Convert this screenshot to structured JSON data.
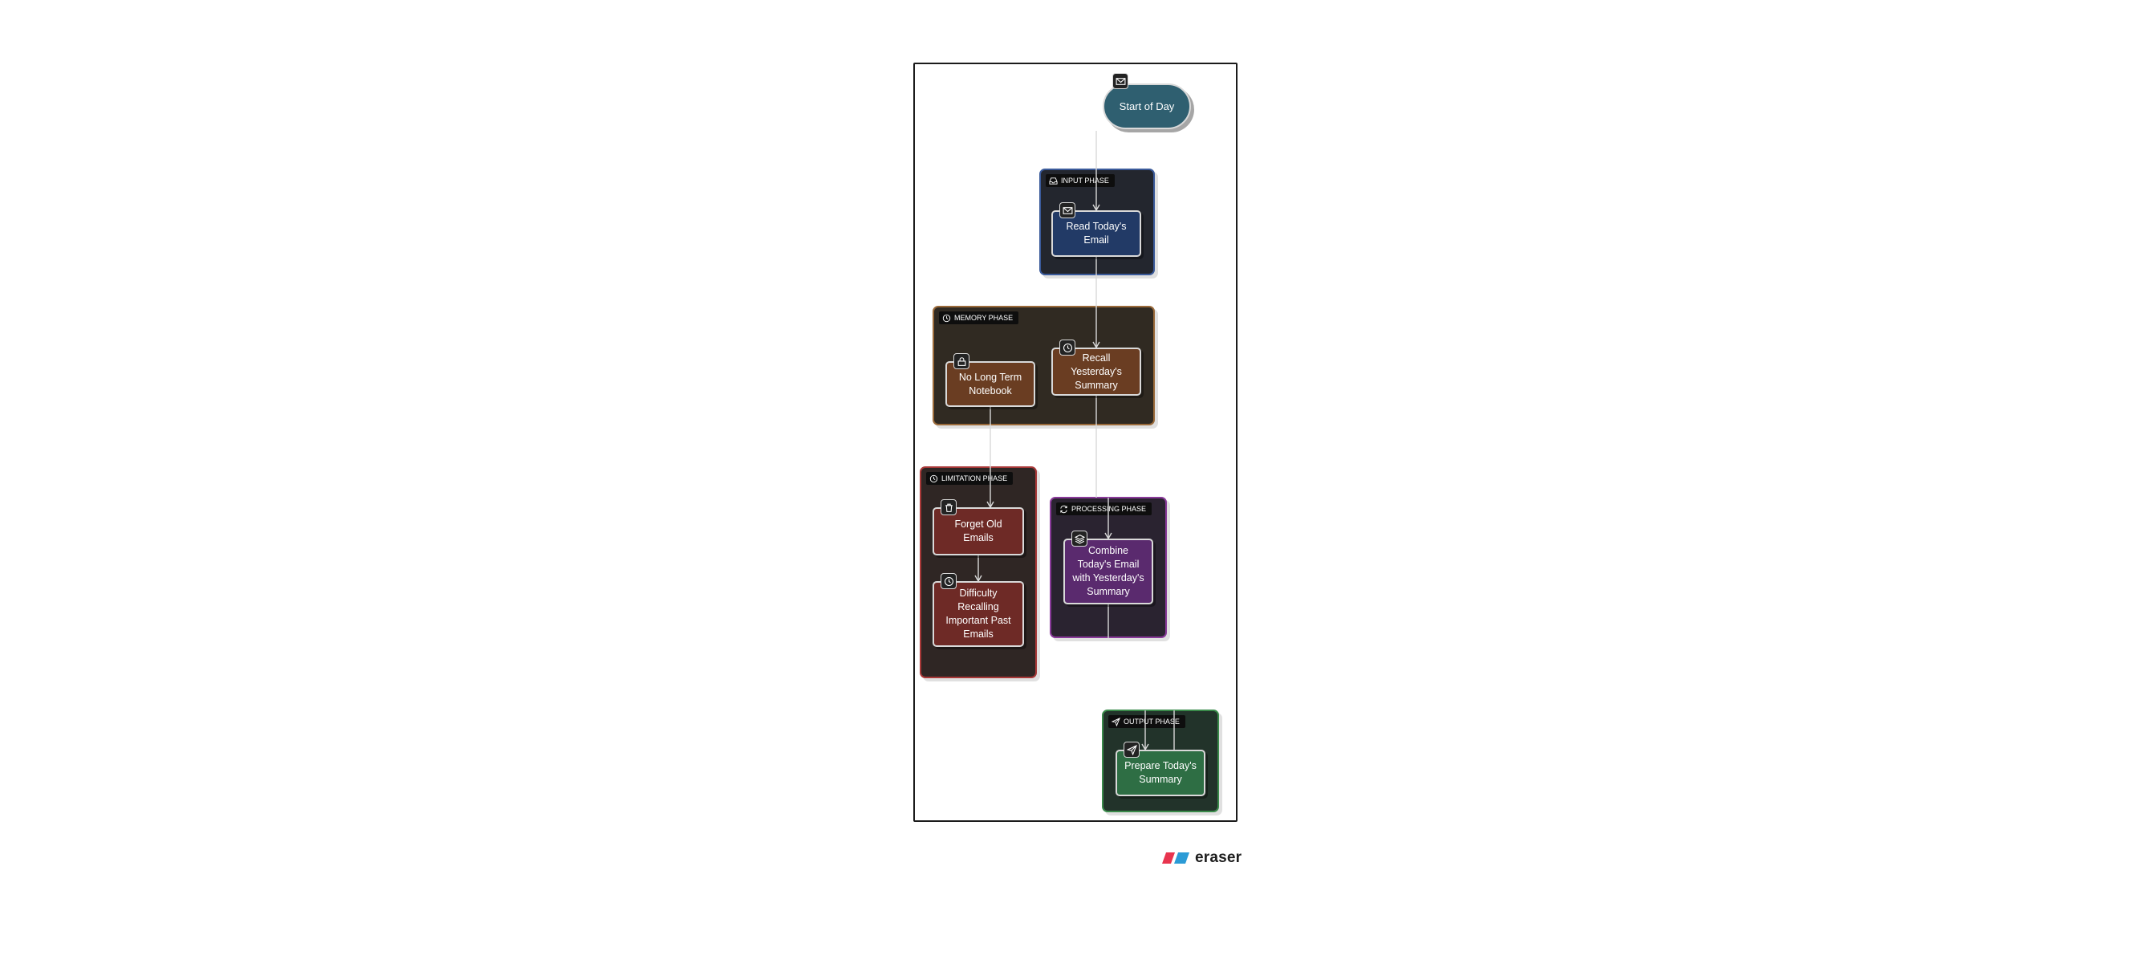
{
  "diagram": {
    "start": {
      "label": "Start of Day",
      "icon": "envelope-icon",
      "color": "#2f5f70"
    },
    "groups": [
      {
        "key": "input",
        "label": "INPUT PHASE",
        "icon": "inbox-icon",
        "bg": "#23262e",
        "border": "#3a5a9a"
      },
      {
        "key": "memory",
        "label": "MEMORY PHASE",
        "icon": "clock-icon",
        "bg": "#302a22",
        "border": "#9a6a3a"
      },
      {
        "key": "limitation",
        "label": "LIMITATION PHASE",
        "icon": "clock-icon",
        "bg": "#2f2624",
        "border": "#a83838"
      },
      {
        "key": "processing",
        "label": "PROCESSING PHASE",
        "icon": "refresh-icon",
        "bg": "#2a2330",
        "border": "#8a3a9a"
      },
      {
        "key": "output",
        "label": "OUTPUT PHASE",
        "icon": "send-icon",
        "bg": "#22332a",
        "border": "#3a8a4a"
      }
    ],
    "nodes": [
      {
        "key": "read_email",
        "label": "Read Today's\nEmail",
        "icon": "envelope-icon",
        "color": "#223a66"
      },
      {
        "key": "recall_summary",
        "label": "Recall\nYesterday's\nSummary",
        "icon": "clock-icon",
        "color": "#6a3d22"
      },
      {
        "key": "no_notebook",
        "label": "No Long Term\nNotebook",
        "icon": "lock-icon",
        "color": "#6a3d22"
      },
      {
        "key": "forget_old",
        "label": "Forget Old\nEmails",
        "icon": "trash-icon",
        "color": "#6e2a26"
      },
      {
        "key": "difficulty",
        "label": "Difficulty\nRecalling\nImportant Past\nEmails",
        "icon": "clock-icon",
        "color": "#6e2a26"
      },
      {
        "key": "combine",
        "label": "Combine\nToday's Email\nwith Yesterday's\nSummary",
        "icon": "layers-icon",
        "color": "#5a2a6e"
      },
      {
        "key": "prepare",
        "label": "Prepare Today's\nSummary",
        "icon": "send-icon",
        "color": "#2e6e44"
      }
    ],
    "edge_color": "#d9d9d9"
  },
  "brand": {
    "name": "eraser",
    "colors": [
      "#e8344e",
      "#2b9bd6"
    ]
  }
}
